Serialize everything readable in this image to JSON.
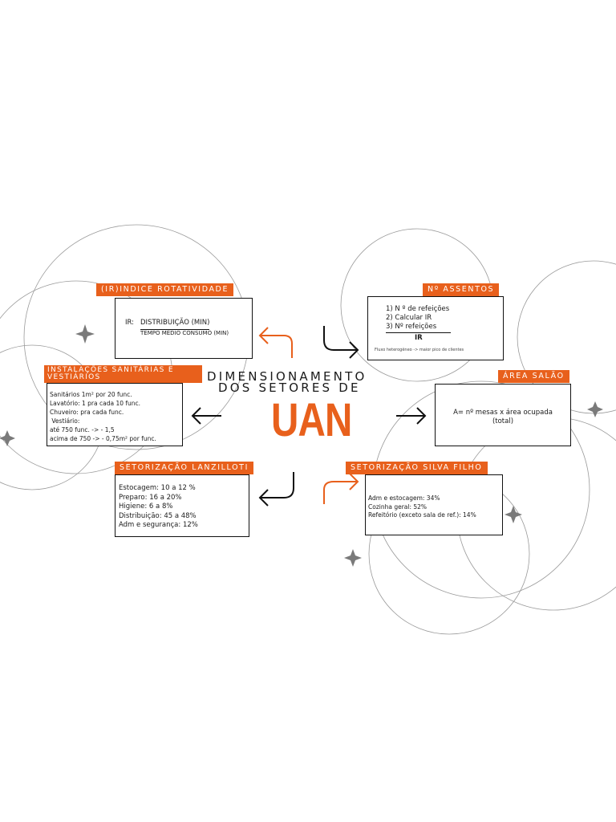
{
  "title": {
    "line1": "DIMENSIONAMENTO",
    "line2": "DOS SETORES DE",
    "main": "UAN"
  },
  "colors": {
    "accent": "#e8601c",
    "ink": "#111111",
    "deco": "#8f8f8f"
  },
  "ir": {
    "tag": "(IR)INDICE ROTATIVIDADE",
    "prefix": "IR:",
    "numerator": "DISTRIBUIÇÃO (MIN)",
    "denominator": "TEMPO MÉDIO CONSUMO (MIN)"
  },
  "assentos": {
    "tag": "Nº ASSENTOS",
    "steps": [
      "1) N º de refeições",
      "2) Calcular IR",
      "3) Nº refeições"
    ],
    "denominator": "IR",
    "note": "Fluxo heterogêneo -> maior pico de clientes"
  },
  "instalacoes": {
    "tag": "INSTALAÇÕES SANITÁRIAS E VESTIÁRIOS",
    "lines": [
      "Sanitários 1m² por 20 func.",
      "Lavatório: 1 pra cada 10 func.",
      "Chuveiro:  pra cada  func.",
      " Vestiário:",
      "até 750 func. -> - 1,5",
      "acima de 750 -> - 0,75m² por func."
    ]
  },
  "salao": {
    "tag": "ÁREA SALÃO",
    "line1": "A= nº mesas x área ocupada",
    "line2": "(total)"
  },
  "lanzilloti": {
    "tag": "SETORIZAÇÃO LANZILLOTI",
    "lines": [
      "Estocagem: 10 a 12 %",
      "Preparo: 16 a 20%",
      "Higiene: 6 a 8%",
      "Distribuição: 45 a 48%",
      "Adm e segurança: 12%"
    ]
  },
  "silva": {
    "tag": "SETORIZAÇÃO SILVA FILHO",
    "lines": [
      "Adm e estocagem: 34%",
      "Cozinha geral: 52%",
      "Refeitório (exceto sala de ref.): 14%"
    ]
  },
  "icons": {
    "arrows": [
      "curved-arrow-up-left-icon",
      "curved-arrow-down-right-icon",
      "arrow-left-icon",
      "arrow-right-icon",
      "curved-arrow-down-left-icon",
      "curved-arrow-up-right-icon"
    ],
    "stars": [
      "four-point-star-icon"
    ]
  }
}
